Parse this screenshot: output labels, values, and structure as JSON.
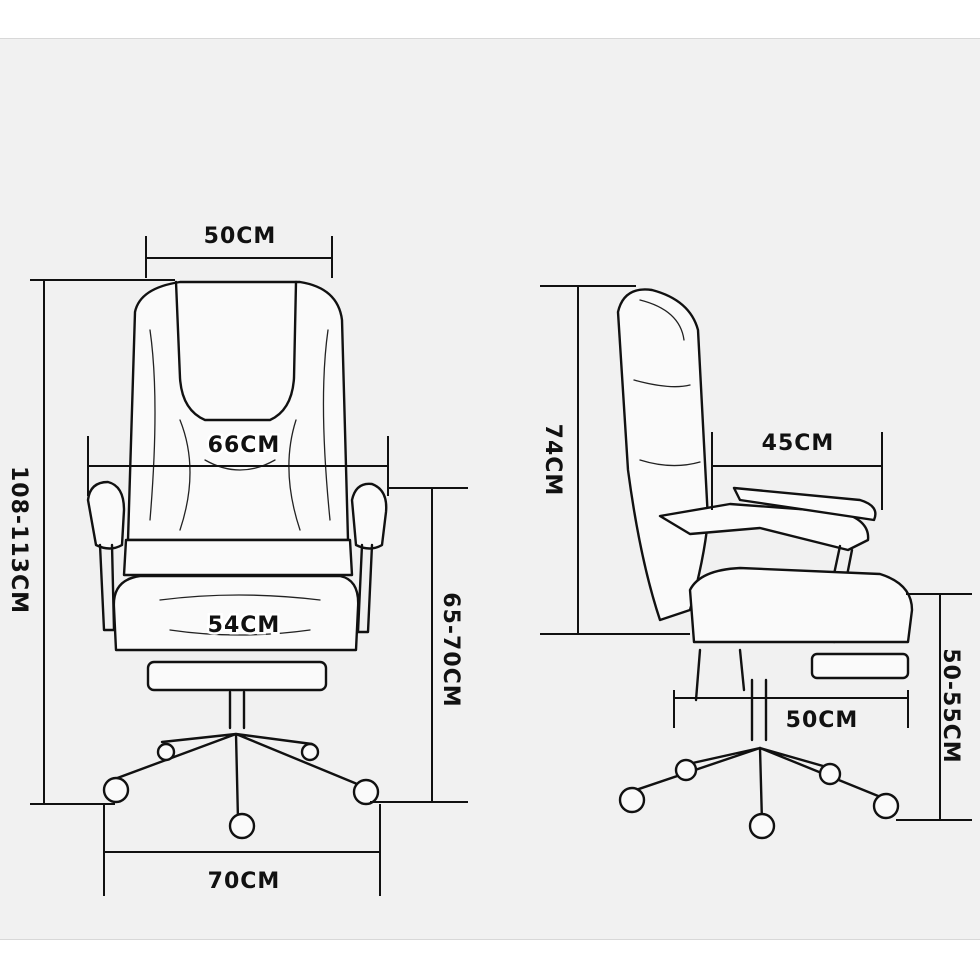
{
  "front_view": {
    "top_width": "50CM",
    "arm_width": "66CM",
    "seat_width": "54CM",
    "total_height": "108-113CM",
    "arm_height": "65-70CM",
    "base_width": "70CM"
  },
  "side_view": {
    "back_height": "74CM",
    "seat_depth": "45CM",
    "base_depth": "50CM",
    "seat_height": "50-55CM"
  }
}
